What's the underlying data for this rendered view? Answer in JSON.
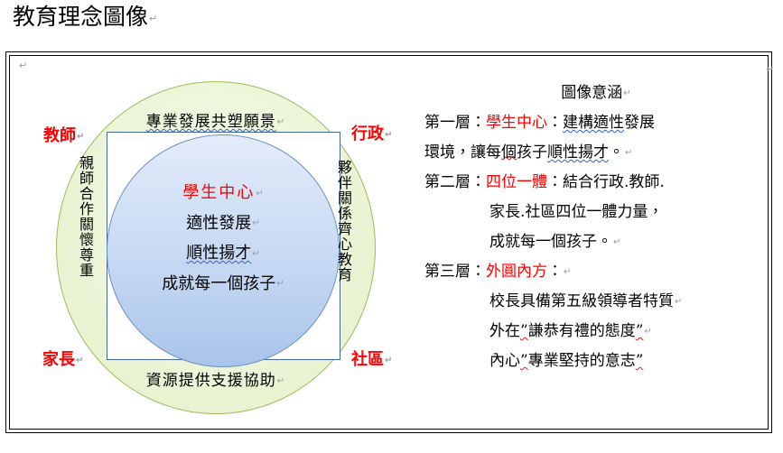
{
  "document": {
    "title": "教育理念圖像",
    "pilcrow": "↵"
  },
  "diagram": {
    "band_top_text": "專業發展共塑願景",
    "band_bottom_text": "資源提供支援協助",
    "band_left_text": "親師合作關懷尊重",
    "band_right_text": "夥伴關係齊心教育",
    "corner_labels": {
      "teacher": "教師",
      "admin": "行政",
      "parent": "家長",
      "community": "社區"
    },
    "core": {
      "line1": "學生中心",
      "line2": "適性發展",
      "line3": "順性揚才",
      "line4": "成就每一個孩子"
    },
    "colors": {
      "outer_ring_fill": "#eef6dc",
      "outer_ring_stroke": "#9cbb59",
      "square_stroke": "#43699a",
      "core_circle_fill": "#c3d7f2",
      "core_circle_stroke": "#6f8fc4",
      "accent_red": "#ff0000",
      "wavy_blue": "#2f5fd0",
      "wavy_red": "#e01b1b"
    }
  },
  "explanation": {
    "title": "圖像意涵",
    "layers": [
      {
        "label": "第一層：",
        "key": "學生中心",
        "colon": "：",
        "body_part1": "建構適性",
        "body_part2": "發展",
        "line2_a": "環境，讓每",
        "line2_b": "個",
        "line2_c": "孩子",
        "line2_d": "順性揚才",
        "line2_e": "。"
      },
      {
        "label": "第二層：",
        "key": "四位一體",
        "colon": "：",
        "line1": "結合行政.教師.",
        "line2": "家長.社區四位一體力量，",
        "line3": "成就每一個孩子。"
      },
      {
        "label": "第三層：",
        "key": "外圓內方",
        "colon": "：",
        "line1": "校長具備第五級領導者特質",
        "line2_a": "外在",
        "line2_b": "”",
        "line2_c": "謙恭有禮的態度",
        "line2_d": "”",
        "line3_a": "內心",
        "line3_b": "”",
        "line3_c": "專業堅持的意志",
        "line3_d": "”"
      }
    ]
  }
}
